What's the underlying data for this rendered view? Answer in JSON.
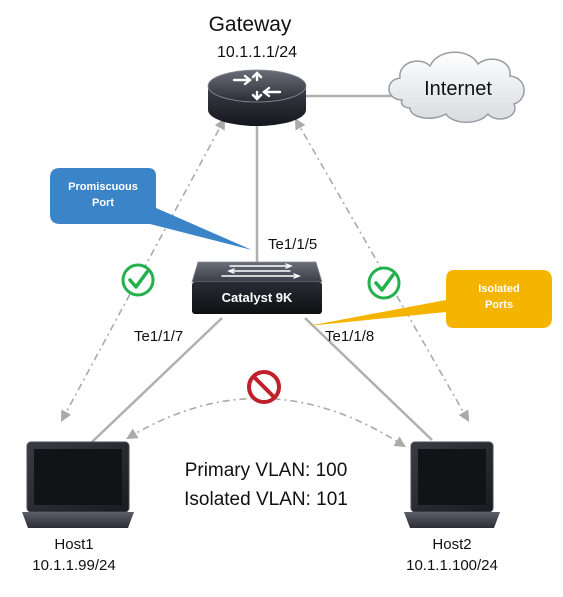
{
  "gateway": {
    "title": "Gateway",
    "ip": "10.1.1.1/24"
  },
  "internet": {
    "label": "Internet"
  },
  "switch": {
    "label": "Catalyst 9K"
  },
  "ports": {
    "uplink": "Te1/1/5",
    "host1": "Te1/1/7",
    "host2": "Te1/1/8"
  },
  "callouts": {
    "promiscuous": {
      "line1": "Promiscuous",
      "line2": "Port",
      "color": "#3b84c8"
    },
    "isolated": {
      "line1": "Isolated",
      "line2": "Ports",
      "color": "#f4b400"
    }
  },
  "vlans": {
    "primary": "Primary VLAN: 100",
    "isolated": "Isolated VLAN: 101"
  },
  "hosts": [
    {
      "name": "Host1",
      "ip": "10.1.1.99/24"
    },
    {
      "name": "Host2",
      "ip": "10.1.1.100/24"
    }
  ],
  "colors": {
    "allowed": "#22b14c",
    "blocked": "#c0202a",
    "link": "#b0b0b0"
  }
}
